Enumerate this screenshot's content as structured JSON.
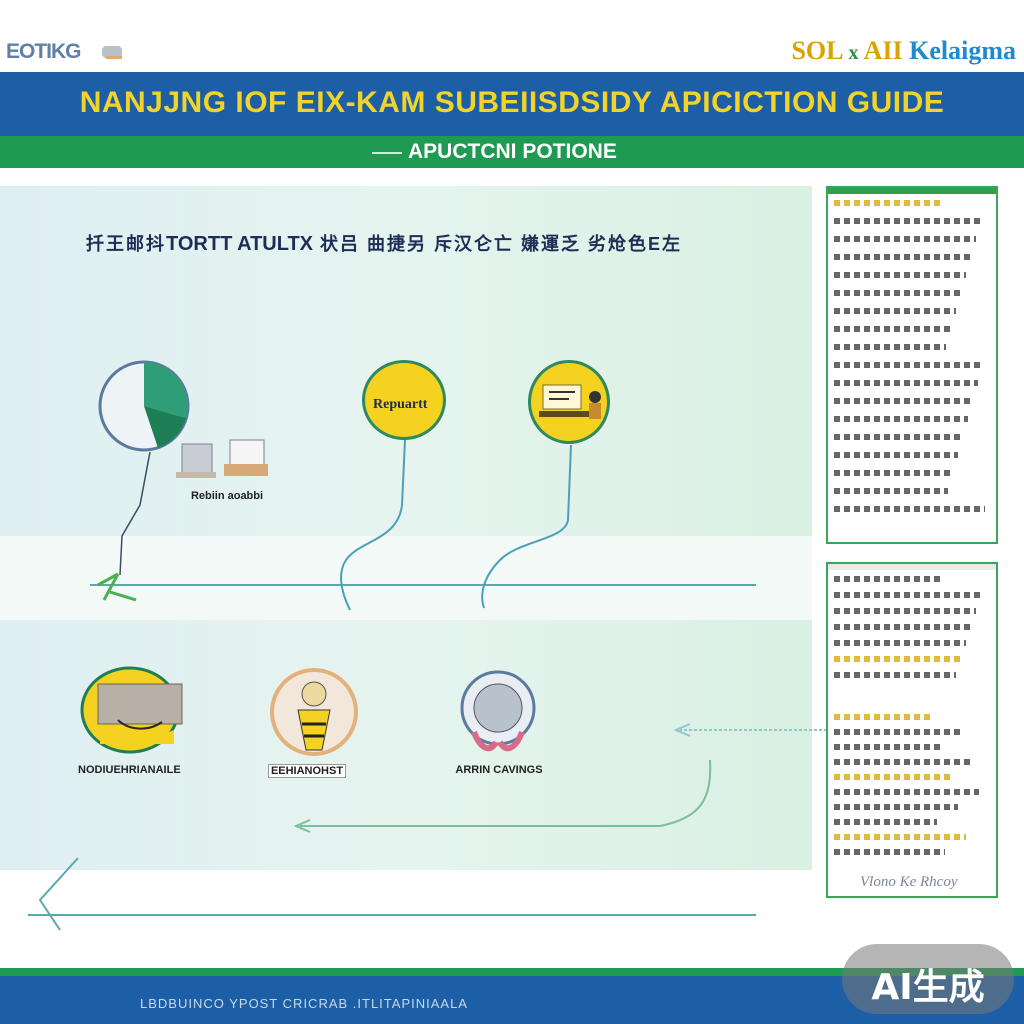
{
  "header": {
    "logo_left": "EOTIKG",
    "logo_left_sub": "",
    "logo_right_a": "SOL",
    "logo_right_x": "x",
    "logo_right_ai": "AII",
    "logo_right_k": "Kelaigma",
    "title": "NANJJNG IOF EIX-KAM SUBEIISDSIDY APICICTION GUIDE",
    "subtitle": "APUCTCNI POTIONE"
  },
  "main": {
    "heading": "TORTT ATULTX",
    "steps_top": [
      {
        "label": "Rebiin aoabbi",
        "icon": "document-tray-icon"
      },
      {
        "label": "Repuartt",
        "icon": "report-badge-icon"
      },
      {
        "label": "",
        "icon": "laptop-person-icon"
      }
    ],
    "steps_bottom": [
      {
        "label": "NODIUEHRIANAILE",
        "icon": "folder-hands-icon"
      },
      {
        "label": "EEHIANOHST",
        "icon": "person-submit-icon"
      },
      {
        "label": "ARRIN CAVINGS",
        "icon": "globe-hands-icon"
      }
    ]
  },
  "side": {
    "signature": "Vlono Ke Rhcoy"
  },
  "footer": {
    "text": "LBDBUINCO YPOST CRICRAB .ITLITAPINIAALA"
  },
  "badge": {
    "text": "AI生成"
  },
  "colors": {
    "band_blue": "#1c5fa6",
    "band_green": "#1e9a52",
    "title_yellow": "#f2d32a",
    "accent_yellow": "#f5d21f",
    "line_teal": "#5aa9b0"
  }
}
